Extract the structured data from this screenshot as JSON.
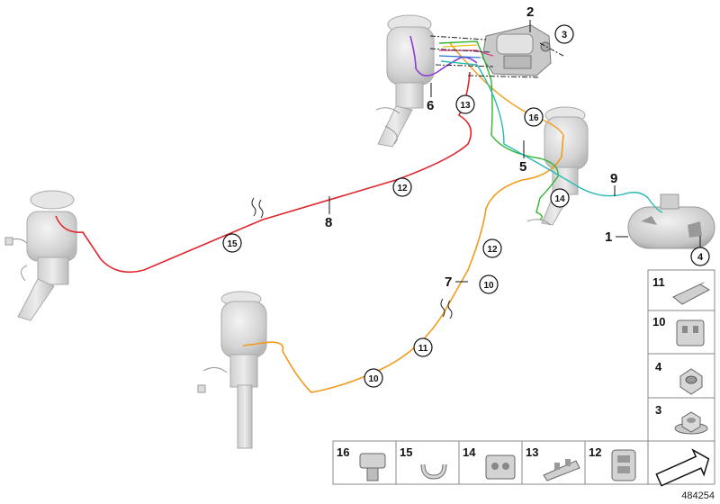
{
  "callouts": {
    "1": "1",
    "2": "2",
    "3": "3",
    "4": "4",
    "5": "5",
    "6": "6",
    "7": "7",
    "8": "8",
    "9": "9",
    "10": "10",
    "11": "11",
    "12": "12",
    "13": "13",
    "14": "14",
    "15": "15",
    "16": "16"
  },
  "legend_parts": {
    "right_column": [
      "11",
      "10",
      "4",
      "3"
    ],
    "bottom_row": [
      "16",
      "15",
      "14",
      "13",
      "12"
    ]
  },
  "diagram_id": "484254",
  "colors": {
    "line_red": "#e0262c",
    "line_orange": "#f39a1a",
    "line_purple": "#8e3bd6",
    "line_green": "#2fb52f",
    "line_cyan": "#28b9b4",
    "line_magenta": "#d6337a",
    "line_blue": "#2c6fd1",
    "line_yellow": "#e8c21a",
    "strut_gray": "#dcdcdc"
  }
}
